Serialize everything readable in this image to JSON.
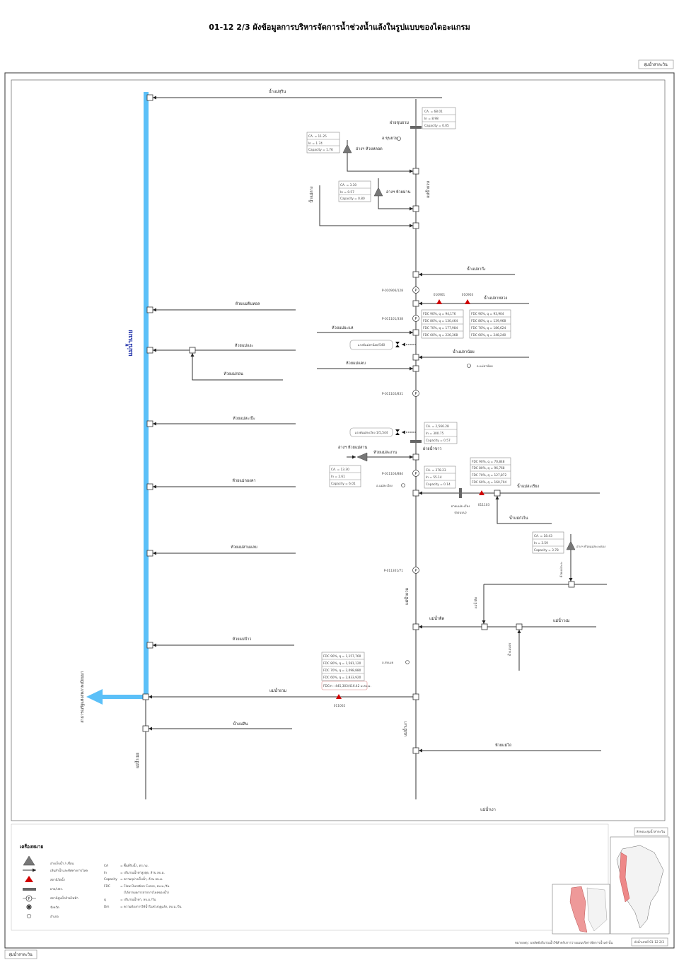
{
  "title": "01-12 2/3  ผังข้อมูลการบริหารจัดการน้ำช่วงน้ำแล้งในรูปแบบของไดอะแกรม",
  "basin_label": "ลุ่มน้ำสาละวิน",
  "colors": {
    "main_river": "#5bc0f8",
    "gauge": "#d00000"
  },
  "main_river": {
    "name": "แม่น้ำเมย",
    "name_lower": "แม่น้ำเมย",
    "country": "สาธารณรัฐแห่งสหภาพเมียนมา"
  },
  "left_tribs": [
    "น้ำแม่สุริน",
    "ห้วยแม่ต้นหอล",
    "ห้วยแม่แงะ",
    "ห้วยแม่กอน",
    "ห้วยแม่สะเป๊ะ",
    "ห้วยแม่กองคา",
    "ห้วยแม่สามแลบ",
    "ห้วยแม่ป้าว",
    "แม่น้ำยวม",
    "น้ำแม่สิน"
  ],
  "yuam": {
    "name": "แม่น้ำยวม",
    "name2": "แม่น้ำยวม",
    "lower": "แม่น้ำเงา",
    "bottom": "แม่น้ำเงา",
    "weir1": {
      "name": "ฝายขุนยวม",
      "ca": "CA. = 68.01",
      "in": "In = 8.98",
      "cap": "Capacity = 0.05"
    },
    "res1": {
      "name": "อ่างฯ ห้วยหลอด",
      "ca": "CA. = 11.25",
      "in": "In = 1.74",
      "cap": "Capacity = 1.76"
    },
    "res2": {
      "name": "อ่างฯ ห้วยม่าน",
      "ca": "CA. = 3.30",
      "in": "In = 0.57",
      "cap": "Capacity = 0.80"
    },
    "district1": "อ.ขุนยวม",
    "trib_lang": "น้ำแม่ลาง",
    "trib_lako": "น้ำแม่ลาก๊ะ",
    "p1": "P-010906/128",
    "p2": "P-011101/338",
    "p3": "P-011102/831",
    "p4": "P-011104/884",
    "p5": "P-011301/71",
    "trib_laluang": "น้ำแม่ลาหลวง",
    "g1": "010901",
    "g2": "010903",
    "fdc1": [
      "FDC 90%, q = 94,176",
      "FDC 80%, q = 130,464",
      "FDC 70%, q = 177,984",
      "FDC 60%, q = 226,368"
    ],
    "fdc2": [
      "FDC 90%, q = 93,904",
      "FDC 80%, q = 139,968",
      "FDC 70%, q = 186,624",
      "FDC 60%, q = 248,240"
    ],
    "trib_yahae": "ห้วยแม่ยะแห",
    "gauge_lanoi": "แรงค์แม่ลาน้อย/540",
    "trib_lanoi": "น้ำแม่ลาน้อย",
    "district2": "อ.แม่ลาน้อย",
    "trib_khaep": "ห้วยแม่แคบ",
    "gauge_sariang": "แรงค์แม่สะเรียง 1/5,544",
    "weir2": {
      "name": "ฝายน้ำขาว",
      "ca": "CA. = 2,566.28",
      "in": "In = 300.75",
      "cap": "Capacity = 0.57"
    },
    "res3": {
      "name": "อ่างฯ ห้วยแม่สาน",
      "trib": "ห้วยแม่สะงาน",
      "ca": "CA. = 13.30",
      "in": "In = 2.61",
      "cap": "Capacity = 6.01"
    },
    "box378": {
      "ca": "CA. = 378.23",
      "in": "In = 55.14",
      "cap": "Capacity = 0.14"
    },
    "district3": "อ.แม่สะเรียง",
    "trib_sariang": "น้ำแม่สะเรียง",
    "weir3": "ฝายแม่สะเรียง",
    "weir3b": "(ตอนบน)",
    "g3": "011103",
    "fdc3": [
      "FDC 90%, q = 70,848",
      "FDC 80%, q = 96,768",
      "FDC 70%, q = 127,872",
      "FDC 60%, q = 160,704"
    ],
    "trib_kongnai": "น้ำแม่ก๋งไน",
    "res4": {
      "name": "อ่างฯ ห้วยแม่สะงะตอง",
      "trib": "ห้วยแม่สะงะ",
      "ca": "CA. = 18.43",
      "in": "In = 3.59",
      "cap": "Capacity = 3.78"
    },
    "trib_tit": "แม่น้ำติด",
    "trib_tit2": "แม่น้ำติด",
    "trib_wong": "แม่น้ำวงม",
    "trib_tae": "น้ำแม่แตร",
    "district4": "อ.สบเมย",
    "fdc4": [
      "FDC 90%, q = 1,157,760",
      "FDC 80%, q = 1,581,120",
      "FDC 70%, q = 2,098,880",
      "FDC 60%, q = 2,833,920"
    ],
    "dm": "FDCm : 445,303/416.42 ม.ลบ.ม.",
    "g4": "011002",
    "trib_tho": "ห้วยแม่โถ"
  },
  "legend": {
    "title": "เครื่องหมาย",
    "symbols": [
      "อ่างเก็บน้ำ / เขื่อน",
      "เส้นลำน้ำและทิศทางการไหล",
      "สถานีวัดน้ำ",
      "ฝาย/ปตร.",
      "สถานีสูบน้ำด้วยไฟฟ้า",
      "จังหวัด",
      "อำเภอ"
    ],
    "defs": [
      [
        "CA",
        "= พื้นที่รับน้ำ, ตร.กม."
      ],
      [
        "In",
        "= ปริมาณน้ำท่าสูงสุด, ล้าน ลบ.ม."
      ],
      [
        "Capacity",
        "= ความจุอ่างเก็บน้ำ, ล้าน ลบ.ม."
      ],
      [
        "FDC",
        "= Flow Duration Curve, ลบ.ม./วัน"
      ],
      [
        "",
        "(ได้จากผลการจากการไหลของน้ำ)"
      ],
      [
        "q",
        "= ปริมาณน้ำท่า, ลบ.ม./วัน"
      ],
      [
        "Dm",
        "= ความต้องการใช้น้ำในช่วงฤดูแล้ง, ลบ.ม./วัน"
      ]
    ]
  },
  "map_label": "ลักษณะลุ่มน้ำสาละวิน",
  "footer_note": "หมายเหตุ : ผลลัพธ์ปริมาณน้ำใช้สำหรับการวางแผนบริหารจัดการน้ำเท่านั้น",
  "sheet_no": "ผังน้ำเลขที่ 01-12 2/3",
  "bottom_label": "ลุ่มน้ำสาละวิน"
}
